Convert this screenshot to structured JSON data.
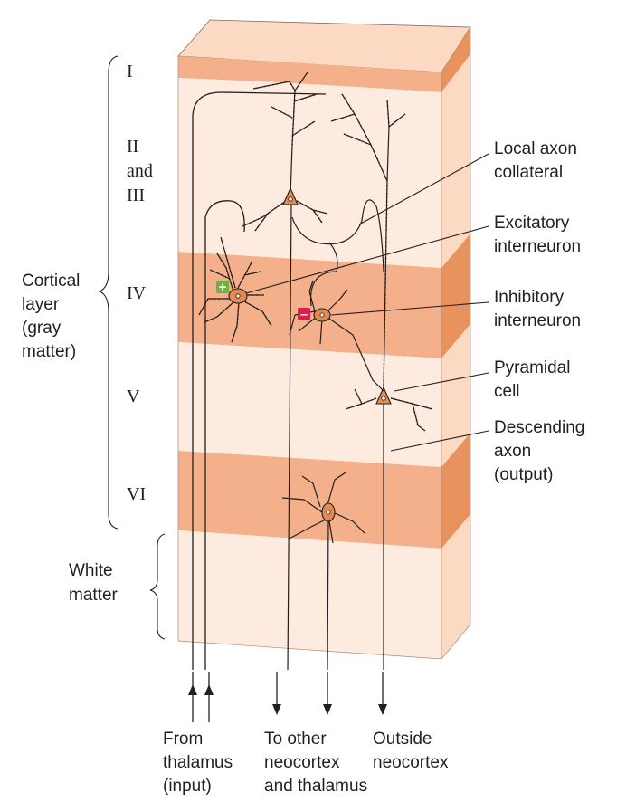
{
  "layers": {
    "I": "I",
    "II": "II",
    "and": "and",
    "III": "III",
    "IV": "IV",
    "V": "V",
    "VI": "VI"
  },
  "left_labels": {
    "cortical": [
      "Cortical",
      "layer",
      "(gray",
      "matter)"
    ],
    "white": [
      "White",
      "matter"
    ]
  },
  "right_labels": {
    "local_axon": [
      "Local axon",
      "collateral"
    ],
    "excitatory": [
      "Excitatory",
      "interneuron"
    ],
    "inhibitory": [
      "Inhibitory",
      "interneuron"
    ],
    "pyramidal": [
      "Pyramidal",
      "cell"
    ],
    "descending": [
      "Descending",
      "axon",
      "(output)"
    ]
  },
  "bottom_labels": {
    "from_thalamus": [
      "From",
      "thalamus",
      "(input)"
    ],
    "to_other": [
      "To other",
      "neocortex",
      "and thalamus"
    ],
    "outside": [
      "Outside",
      "neocortex"
    ]
  },
  "symbols": {
    "plus": "+",
    "minus": "–"
  },
  "colors": {
    "light_layer": "#fdebe0",
    "dark_layer": "#f4b08a",
    "side_light": "#fbd9c2",
    "side_dark": "#e8935e",
    "soma": "#e28a52",
    "excitatory_badge": "#6cb33f",
    "inhibitory_badge": "#d6204a"
  }
}
